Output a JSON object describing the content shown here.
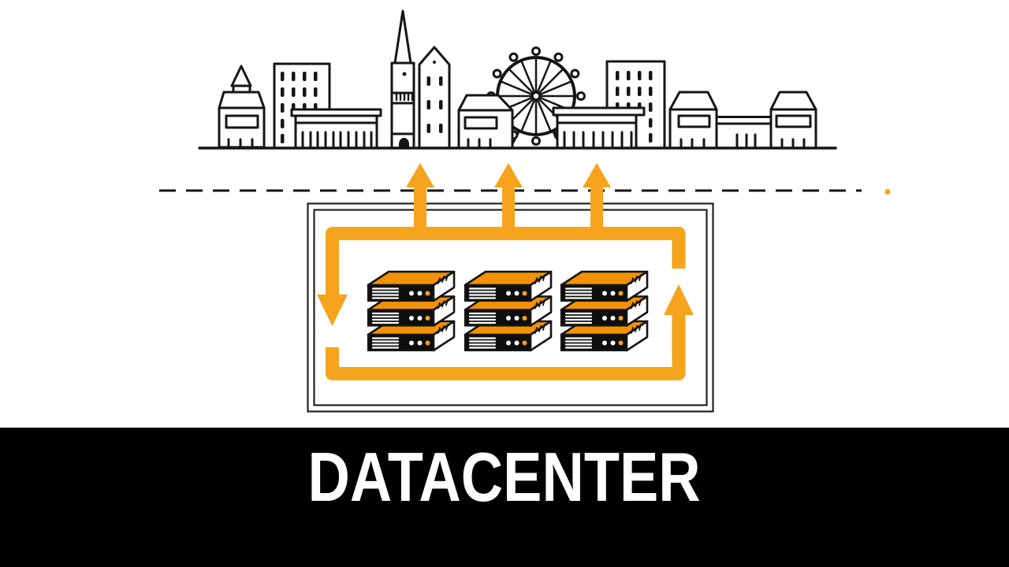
{
  "banner": {
    "title": "DATACENTER"
  },
  "colors": {
    "flow_orange": "#F6A41D",
    "server_top_orange": "#F29203",
    "indicator_orange": "#F5A01E",
    "ink": "#151515",
    "paper": "#ffffff",
    "banner_bg": "#000000",
    "banner_text": "#ffffff"
  },
  "illustration": {
    "description": "hand-drawn city skyline above a dashed boundary line; datacenter enclosure below with orange circulation loop, three upward arrows feeding the city, and nine stacked servers",
    "skyline_landmarks": [
      "clock-dome-tower",
      "office-block",
      "colonnade-hall",
      "church-spire-tower",
      "peaked-tower",
      "shop-building",
      "ferris-wheel",
      "office-block-2",
      "colonnade-hall-2",
      "house-left",
      "connecting-wall",
      "house-right"
    ],
    "boundary_line_style": "dashed",
    "orange_dot_right_of_dashed_line": true,
    "datacenter_box_border": "double",
    "server_stacks": 3,
    "servers_per_stack": 3,
    "up_arrows": 3,
    "loop_arrows": {
      "left": "down",
      "right": "up"
    }
  }
}
